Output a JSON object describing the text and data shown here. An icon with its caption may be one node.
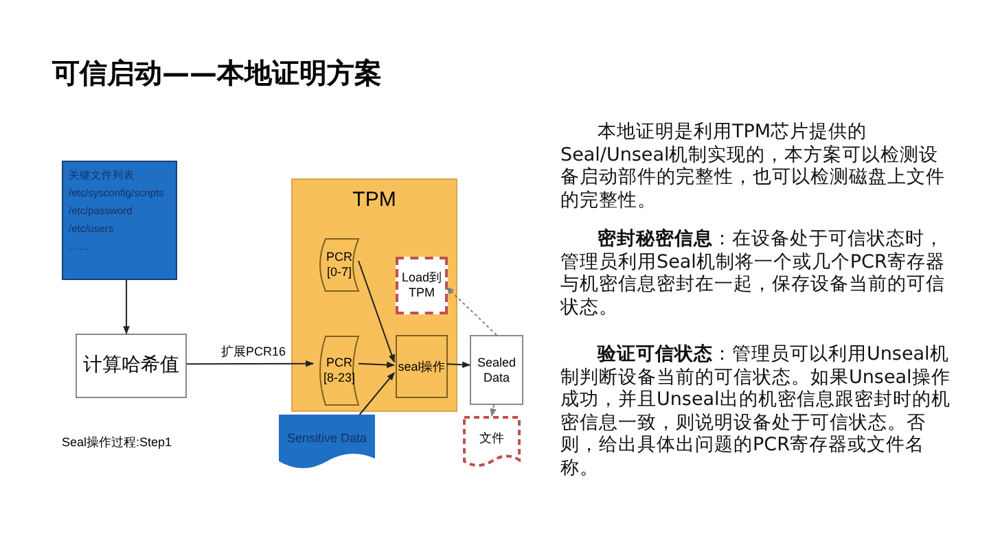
{
  "diagram": {
    "title": "可信启动——本地证明方案",
    "nodes": [
      {
        "text": [
          "关键文件列表",
          "/etc/sysconfig/scripts",
          "/etc/password",
          "/etc/users",
          "……"
        ]
      },
      {
        "text": [
          "计算哈希值"
        ]
      },
      {
        "text": [
          "TPM"
        ]
      },
      {
        "text": [
          "PCR [0-7]"
        ],
        "in": 2
      },
      {
        "text": [
          "Load到TPM"
        ],
        "in": 2
      },
      {
        "text": [
          "PCR [8-23]"
        ],
        "in": 2
      },
      {
        "text": [
          "seal操作"
        ],
        "in": 2
      },
      {
        "text": [
          "Sealed Data"
        ]
      },
      {
        "text": [
          "Sensitive Data"
        ]
      },
      {
        "text": [
          "文件"
        ]
      }
    ],
    "edges": [
      {
        "from": 0,
        "to": 1,
        "arrow": "to"
      },
      {
        "from": 1,
        "to": 5,
        "arrow": "to",
        "label": "扩展PCR16"
      },
      {
        "from": 3,
        "to": 6,
        "arrow": "to"
      },
      {
        "from": 5,
        "to": 6,
        "arrow": "to"
      },
      {
        "from": 8,
        "to": 6,
        "arrow": "to"
      },
      {
        "from": 6,
        "to": 7,
        "arrow": "to"
      },
      {
        "from": 7,
        "to": 4,
        "arrow": "to",
        "style": "dashed",
        "color": "#808080"
      },
      {
        "from": 7,
        "to": 9,
        "arrow": "to",
        "style": "dashed",
        "color": "#808080"
      }
    ],
    "labels": [
      "Seal操作过程:Step1",
      "本地证明是利用TPM芯片提供的Seal/Unseal机制实现的，本方案可以检测设备启动部件的完整性，也可以检测磁盘上文件的完整性。",
      "**密封秘密信息**：在设备处于可信状态时，管理员利用Seal机制将一个或几个PCR寄存器与机密信息密封在一起，保存设备当前的可信状态。",
      "**验证可信状态**：管理员可以利用Unseal机制判断设备当前的可信状态。如果Unseal操作成功，并且Unseal出的机密信息跟密封时的机密信息一致，则说明设备处于可信状态。否则，给出具体出问题的PCR寄存器或文件名称。"
    ]
  }
}
